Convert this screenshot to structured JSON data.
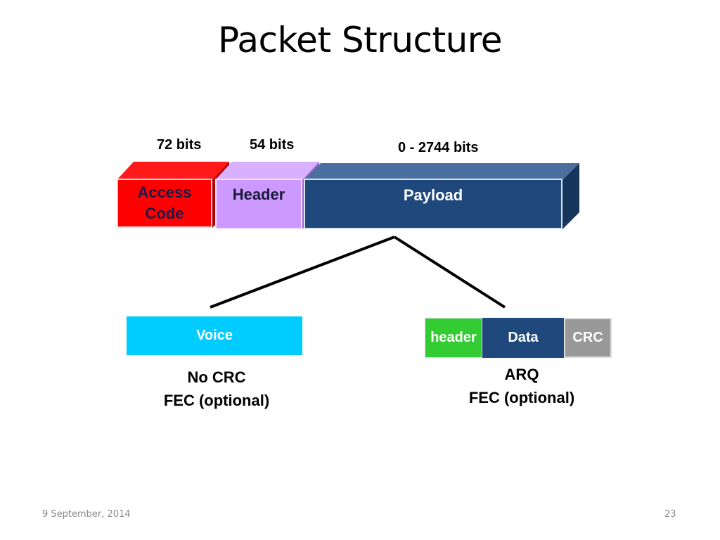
{
  "slide": {
    "title": "Packet Structure",
    "footer_date": "9 September, 2014",
    "page_number": "23"
  },
  "packet": {
    "bit_labels": {
      "access_code": "72 bits",
      "header": "54 bits",
      "payload": "0 - 2744 bits"
    },
    "fields": {
      "access_code": "Access\nCode",
      "header": "Header",
      "payload": "Payload"
    },
    "colors": {
      "access_code": "#ff0000",
      "header": "#cc99ff",
      "payload": "#1f497d"
    }
  },
  "voice_packet": {
    "label": "Voice",
    "notes": [
      "No CRC",
      "FEC (optional)"
    ],
    "color": "#00ccff"
  },
  "data_packet": {
    "segments": {
      "header": "header",
      "data": "Data",
      "crc": "CRC"
    },
    "notes": [
      "ARQ",
      "FEC (optional)"
    ],
    "colors": {
      "header": "#33cc33",
      "data": "#1f497d",
      "crc": "#999999"
    }
  }
}
